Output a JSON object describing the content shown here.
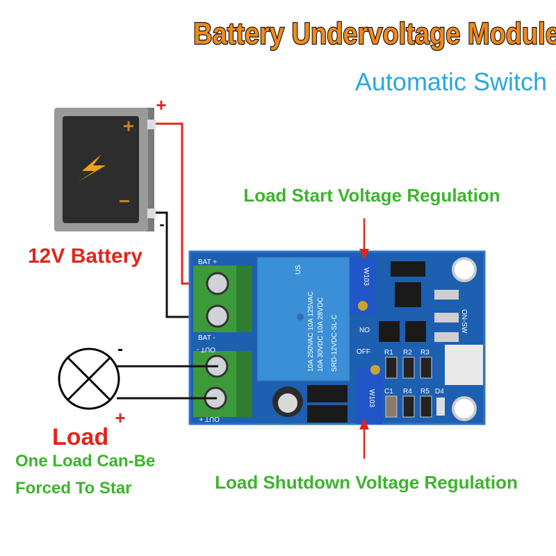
{
  "title": "Battery Undervoltage Module",
  "subtitle": "Automatic Switch",
  "labels": {
    "start_regulation": "Load Start Voltage Regulation",
    "shutdown_regulation": "Load Shutdown Voltage Regulation",
    "battery": "12V Battery",
    "battery_plus": "+",
    "battery_minus": "-",
    "load": "Load",
    "load_plus": "+",
    "load_minus": "-",
    "note_line1": "One Load Can-Be",
    "note_line2": "Forced To Star"
  },
  "board": {
    "bat_plus": "BAT +",
    "bat_minus": "BAT -",
    "out_minus": "OUT -",
    "out_plus": "OUT +",
    "relay_line1": "10A 250VAC  10A 125VAC",
    "relay_line2": "10A 30VDC  10A 28VDC",
    "relay_model": "SRD-12VDC-SL-C",
    "relay_us": "US",
    "pot_label": "W103",
    "no": "NO",
    "off": "OFF",
    "switch_label": "ON-SW",
    "components": [
      "R1",
      "R2",
      "R3",
      "C1",
      "R4",
      "R5",
      "D4"
    ]
  },
  "colors": {
    "title_orange": "#f08a1c",
    "subtitle_blue": "#2aa6e0",
    "label_green": "#3cb42c",
    "red": "#e0261c",
    "pcb_blue": "#1d5fb0",
    "terminal_green": "#3c9a3a",
    "relay_blue": "#3a8fd6"
  }
}
